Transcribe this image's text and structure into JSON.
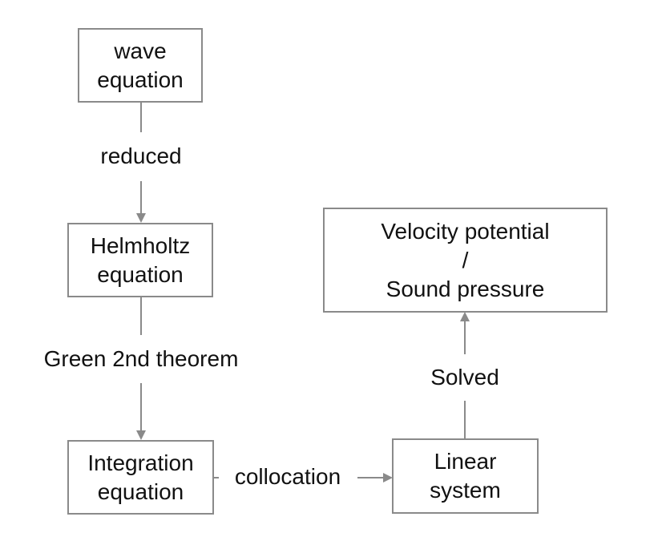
{
  "diagram": {
    "nodes": {
      "wave": {
        "lines": [
          "wave",
          "equation"
        ]
      },
      "helmholtz": {
        "lines": [
          "Helmholtz",
          "equation"
        ]
      },
      "integration": {
        "lines": [
          "Integration",
          "equation"
        ]
      },
      "linear": {
        "lines": [
          "Linear",
          "system"
        ]
      },
      "result": {
        "lines": [
          "Velocity potential",
          "/",
          "Sound pressure"
        ]
      }
    },
    "edges": {
      "wave_to_helmholtz": "reduced",
      "helmholtz_to_integration": "Green 2nd theorem",
      "integration_to_linear": "collocation",
      "linear_to_result": "Solved"
    },
    "colors": {
      "stroke": "#8a8a8a",
      "text": "#111111"
    }
  }
}
